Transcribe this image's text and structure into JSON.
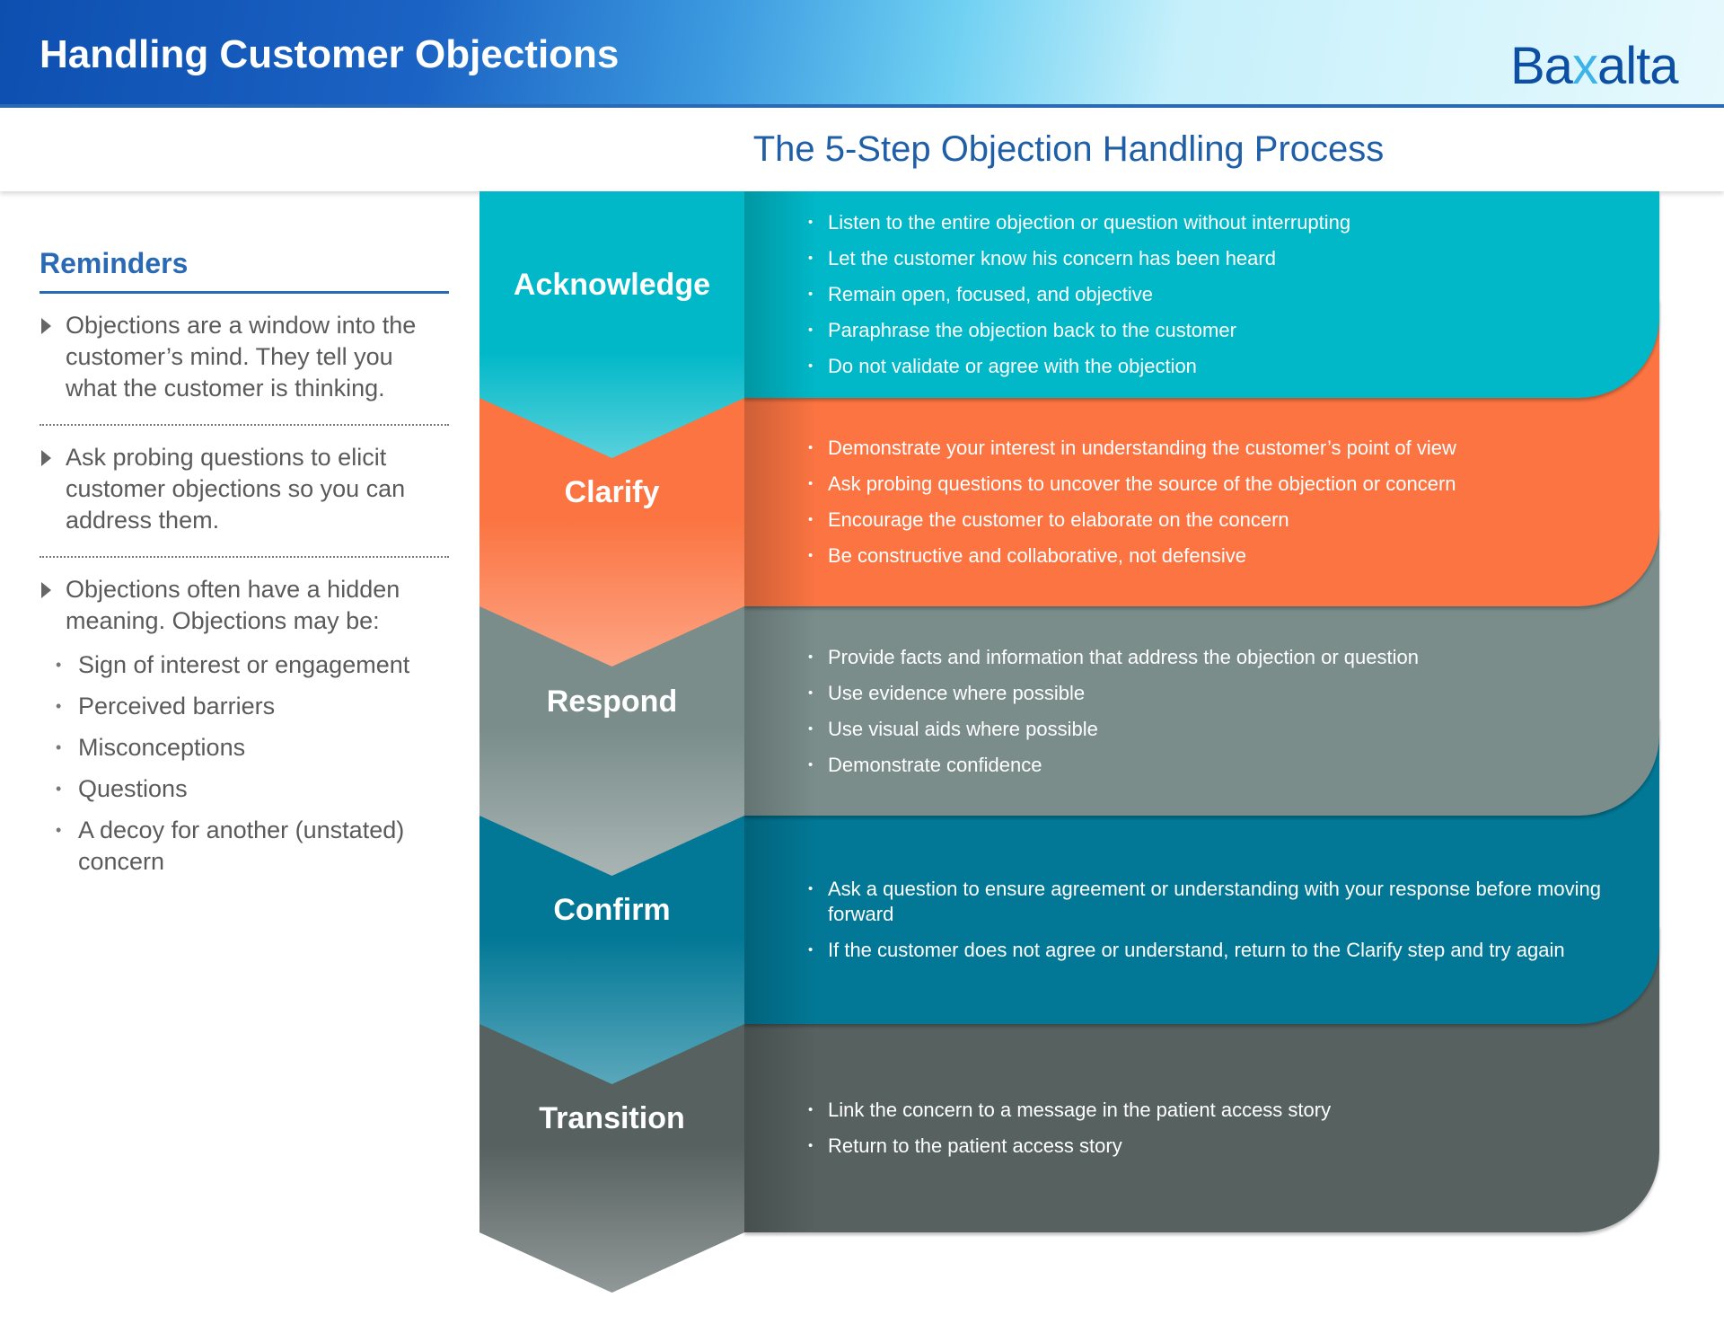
{
  "header": {
    "title": "Handling Customer Objections",
    "logo": "Baxalta"
  },
  "subtitle": "The 5-Step Objection Handling Process",
  "reminders": {
    "heading": "Reminders",
    "paragraphs": [
      "Objections are a window into the customer’s mind. They tell you what the customer is thinking.",
      "Ask probing questions to elicit customer objections so you can address them.",
      "Objections often have a hidden meaning. Objections may be:"
    ],
    "sub_bullets": [
      "Sign of interest or engagement",
      "Perceived barriers",
      "Misconceptions",
      "Questions",
      "A decoy for another (unstated) concern"
    ]
  },
  "steps": [
    {
      "label": "Acknowledge",
      "color": "#00b8c8",
      "items": [
        "Listen to the entire objection or question without interrupting",
        "Let the customer know his concern has been heard",
        "Remain open, focused, and objective",
        "Paraphrase the objection back to the customer",
        "Do not validate or agree with the objection"
      ]
    },
    {
      "label": "Clarify",
      "color": "#fb7442",
      "items": [
        "Demonstrate your interest in understanding the customer’s point of view",
        "Ask probing questions to uncover the source of the objection or concern",
        "Encourage the customer to elaborate on the concern",
        "Be constructive and collaborative, not defensive"
      ]
    },
    {
      "label": "Respond",
      "color": "#7a8d8b",
      "items": [
        "Provide facts and information that address the objection or question",
        "Use evidence where possible",
        "Use visual aids where possible",
        "Demonstrate confidence"
      ]
    },
    {
      "label": "Confirm",
      "color": "#027896",
      "items": [
        "Ask a question to ensure agreement or understanding with your response before moving forward",
        "If the customer does not agree or understand, return to the Clarify step and try again"
      ]
    },
    {
      "label": "Transition",
      "color": "#566160",
      "items": [
        "Link the concern to a message in the patient access story",
        "Return to the patient access story"
      ]
    }
  ]
}
